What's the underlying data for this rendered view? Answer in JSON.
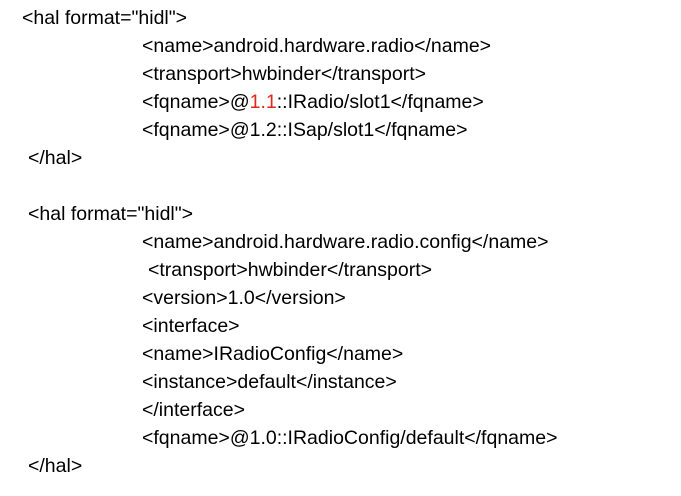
{
  "document": {
    "lines": [
      {
        "text": "<hal format=\"hidl\">"
      },
      {
        "text": "<name>android.hardware.radio</name>"
      },
      {
        "text": "<transport>hwbinder</transport>"
      },
      {
        "pre": "<fqname>@",
        "accent": "1.1",
        "post": "::IRadio/slot1</fqname>"
      },
      {
        "text": "<fqname>@1.2::ISap/slot1</fqname>"
      },
      {
        "text": "</hal>"
      },
      {
        "text": "<hal format=\"hidl\">"
      },
      {
        "text": "<name>android.hardware.radio.config</name>"
      },
      {
        "text": "<transport>hwbinder</transport>"
      },
      {
        "text": "<version>1.0</version>"
      },
      {
        "text": "<interface>"
      },
      {
        "text": "<name>IRadioConfig</name>"
      },
      {
        "text": "<instance>default</instance>"
      },
      {
        "text": "</interface>"
      },
      {
        "text": "<fqname>@1.0::IRadioConfig/default</fqname>"
      },
      {
        "text": "</hal>"
      }
    ]
  },
  "colors": {
    "text": "#000000",
    "accent": "#e0261b",
    "background": "#ffffff"
  }
}
